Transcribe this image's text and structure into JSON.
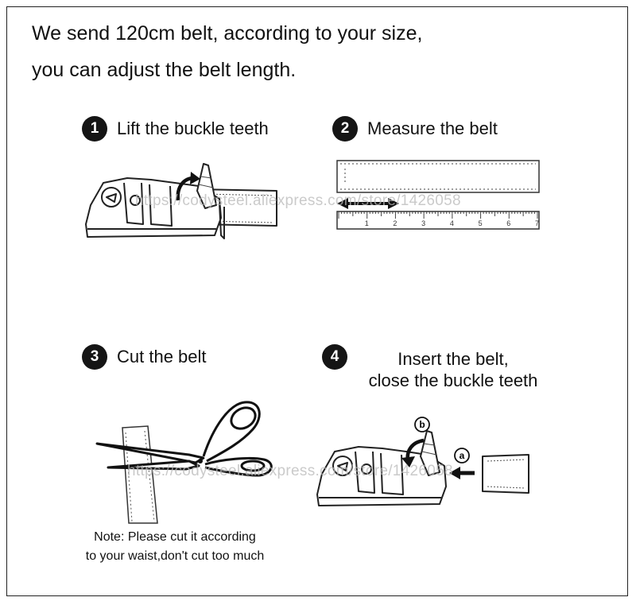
{
  "header": {
    "line1": "We send 120cm belt, according to your size,",
    "line2": "you can adjust the belt length."
  },
  "steps": [
    {
      "number": "1",
      "label": "Lift the buckle teeth"
    },
    {
      "number": "2",
      "label": "Measure the belt"
    },
    {
      "number": "3",
      "label": "Cut the belt"
    },
    {
      "number": "4",
      "label_line1": "Insert the belt,",
      "label_line2": "close the buckle teeth"
    }
  ],
  "note": {
    "line1": "Note: Please cut it according",
    "line2": "to your waist,don't cut too much"
  },
  "callouts": {
    "a": "a",
    "b": "b"
  },
  "ruler_ticks": [
    "1",
    "2",
    "3",
    "4",
    "5",
    "6",
    "7"
  ],
  "watermarks": {
    "top": "https://codysteel.aliexpress.com/store/1426058",
    "bottom": "https://codysteel.aliexpress.com/store/1426058"
  },
  "icons": {
    "arrow": "double-arrow-icon",
    "insert": "left-arrow-icon",
    "rotate": "curved-arrow-icon"
  }
}
